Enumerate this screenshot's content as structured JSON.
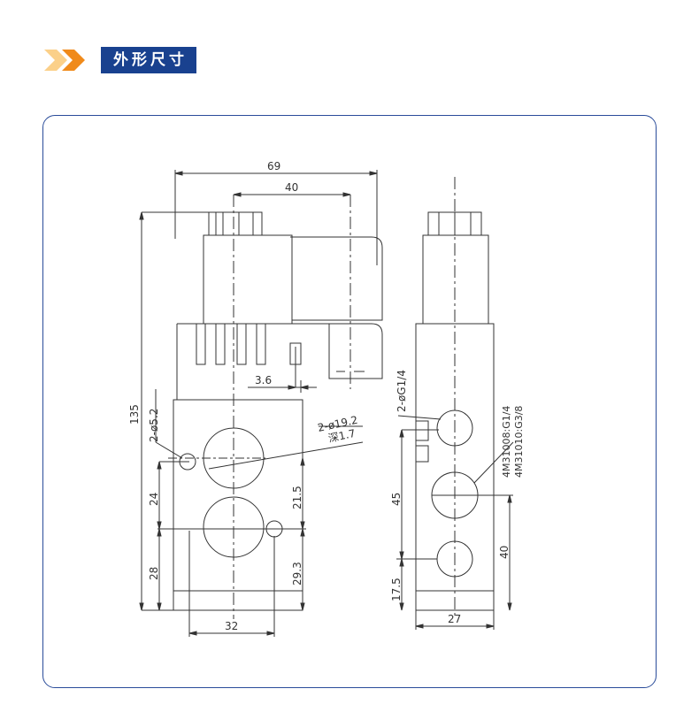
{
  "header": {
    "title": "外形尺寸",
    "icon": "double-chevron-right-icon"
  },
  "colors": {
    "accent": "#19418f",
    "arrow_light": "#f7b23c",
    "arrow_dark": "#f08a1a",
    "frame": "#2a4c9a"
  },
  "dimensions": {
    "width_69": "69",
    "width_40": "40",
    "dim_3_6": "3.6",
    "height_135": "135",
    "hole_2_5_2": "2-ø5.2",
    "port_2_19_2": "2-ø19.2",
    "depth_1_7": "深1.7",
    "dim_24": "24",
    "dim_28": "28",
    "dim_21_5": "21.5",
    "dim_29_3": "29.3",
    "dim_32": "32",
    "port_g1_4": "2-øG1/4",
    "model_g1_4": "4M31008:G1/4",
    "model_g3_8": "4M31010:G3/8",
    "dim_45": "45",
    "dim_17_5": "17.5",
    "dim_40_side": "40",
    "dim_27": "27"
  }
}
